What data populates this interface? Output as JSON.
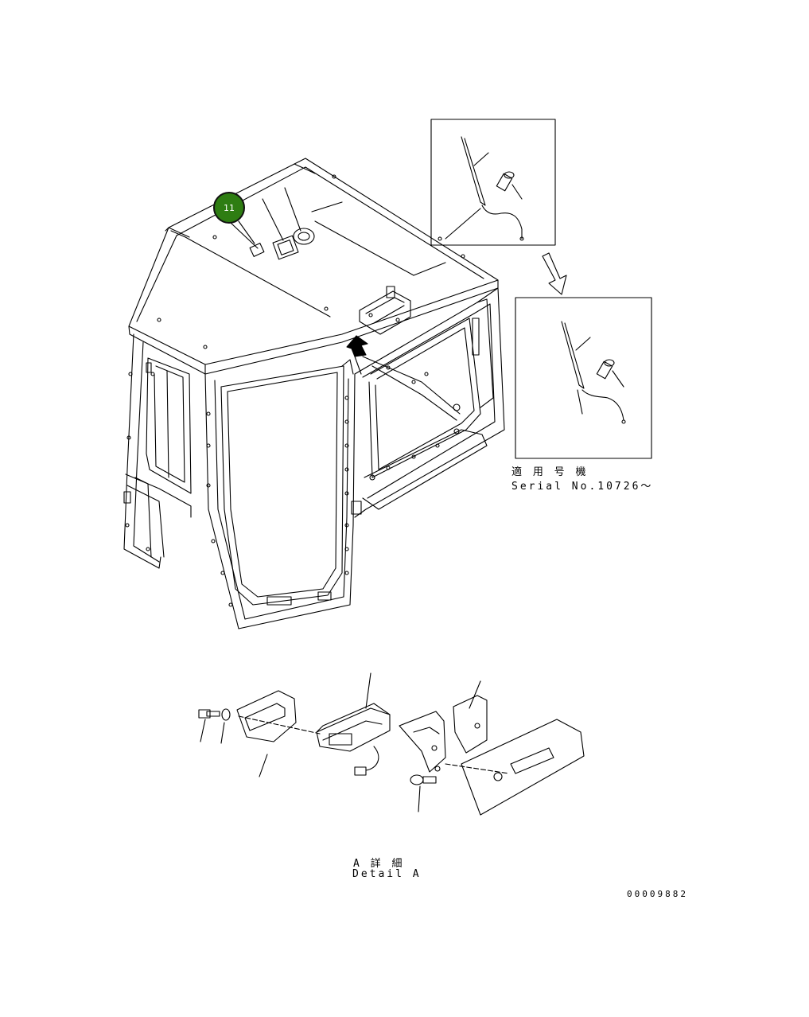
{
  "diagram": {
    "callout": {
      "label": "11",
      "color": "#2e7d12"
    },
    "serial_note": {
      "jp": "適 用 号 機",
      "en": "Serial No.10726～"
    },
    "detail_caption": {
      "jp": "A 詳 細",
      "en": "Detail A"
    },
    "drawing_number": "00009882"
  }
}
